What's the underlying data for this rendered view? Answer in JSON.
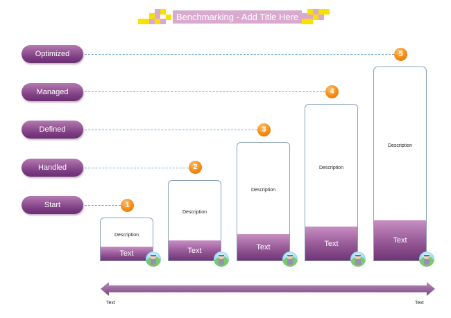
{
  "title": "Benchmarking - Add Title Here",
  "levels": [
    {
      "label": "Optimized",
      "badge": "5"
    },
    {
      "label": "Managed",
      "badge": "4"
    },
    {
      "label": "Defined",
      "badge": "3"
    },
    {
      "label": "Handled",
      "badge": "2"
    },
    {
      "label": "Start",
      "badge": "1"
    }
  ],
  "columns": [
    {
      "description": "Description",
      "text": "Text",
      "icon": "person-landscape-icon"
    },
    {
      "description": "Description",
      "text": "Text",
      "icon": "person-landscape-icon"
    },
    {
      "description": "Description",
      "text": "Text",
      "icon": "person-landscape-icon"
    },
    {
      "description": "Description",
      "text": "Text",
      "icon": "person-landscape-icon"
    },
    {
      "description": "Description",
      "text": "Text",
      "icon": "person-landscape-icon"
    }
  ],
  "arrow": {
    "left_label": "Text",
    "right_label": "Text"
  },
  "colors": {
    "accent_purple": "#7c3c82",
    "badge_orange": "#f58a12",
    "title_pink": "#d9a9cf",
    "title_yellow": "#f8e000",
    "dash_blue": "#6aa8d8"
  }
}
